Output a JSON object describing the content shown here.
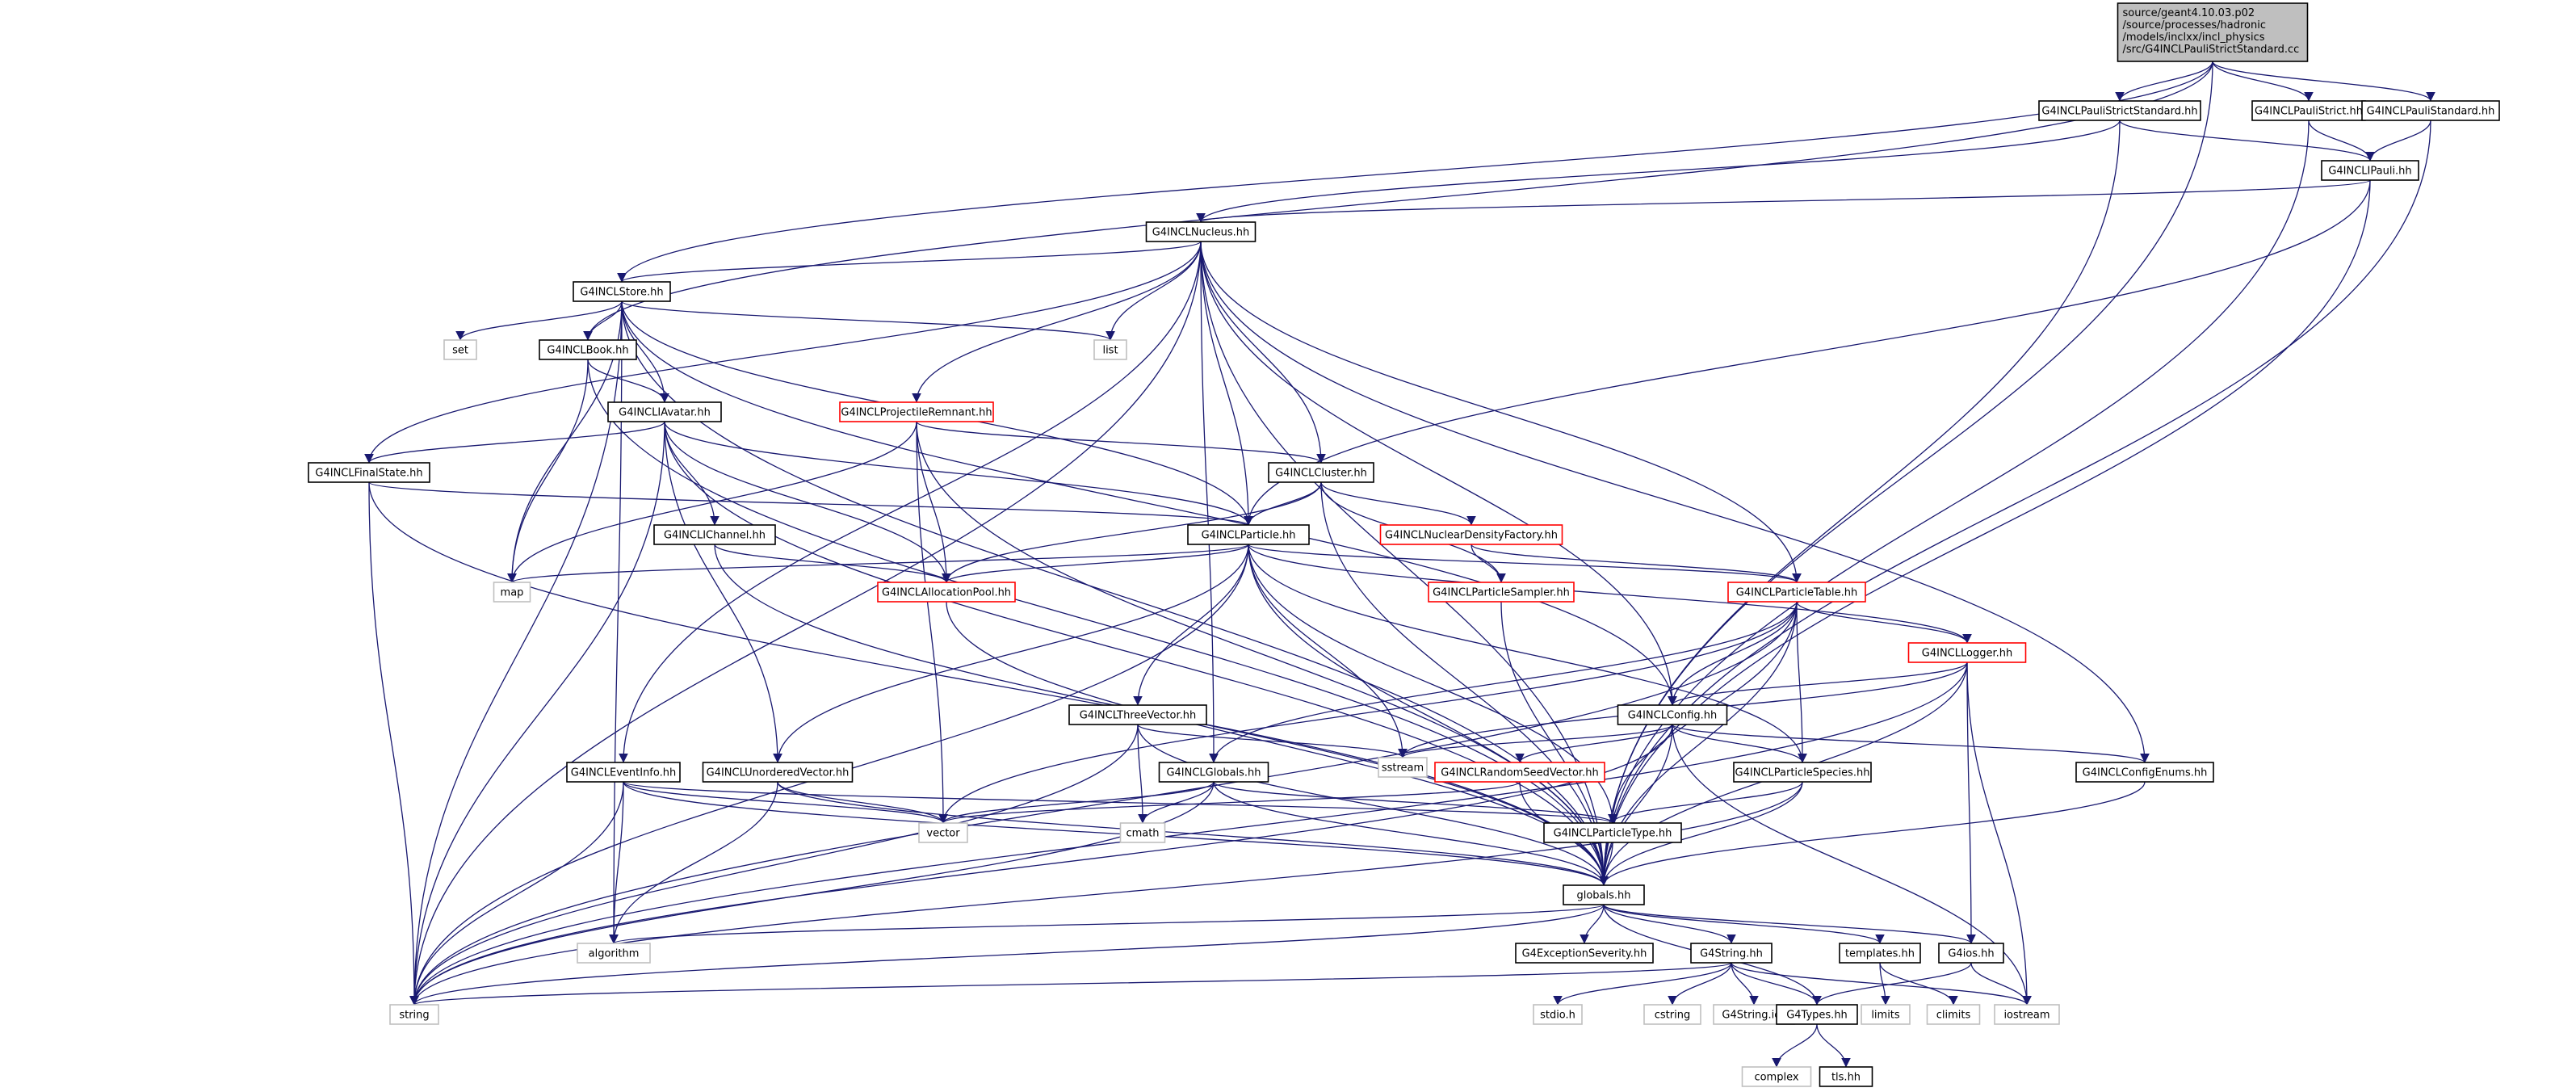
{
  "graph": {
    "title_lines": [
      "source/geant4.10.03.p02",
      "/source/processes/hadronic",
      "/models/inclxx/incl_physics",
      "/src/G4INCLPauliStrictStandard.cc"
    ],
    "nodes": [
      {
        "id": "root",
        "label": "source/geant4.10.03.p02 /source/processes/hadronic /models/inclxx/incl_physics /src/G4INCLPauliStrictStandard.cc",
        "style": "root"
      },
      {
        "id": "strictstd",
        "label": "G4INCLPauliStrictStandard.hh",
        "style": "normal"
      },
      {
        "id": "strict",
        "label": "G4INCLPauliStrict.hh",
        "style": "normal"
      },
      {
        "id": "standard",
        "label": "G4INCLPauliStandard.hh",
        "style": "normal"
      },
      {
        "id": "pauli",
        "label": "G4INCLIPauli.hh",
        "style": "normal"
      },
      {
        "id": "nucleus",
        "label": "G4INCLNucleus.hh",
        "style": "normal"
      },
      {
        "id": "store",
        "label": "G4INCLStore.hh",
        "style": "normal"
      },
      {
        "id": "set",
        "label": "set",
        "style": "system"
      },
      {
        "id": "list",
        "label": "list",
        "style": "system"
      },
      {
        "id": "book",
        "label": "G4INCLBook.hh",
        "style": "normal"
      },
      {
        "id": "avatar",
        "label": "G4INCLIAvatar.hh",
        "style": "normal"
      },
      {
        "id": "projrem",
        "label": "G4INCLProjectileRemnant.hh",
        "style": "red"
      },
      {
        "id": "finalstate",
        "label": "G4INCLFinalState.hh",
        "style": "normal"
      },
      {
        "id": "cluster",
        "label": "G4INCLCluster.hh",
        "style": "normal"
      },
      {
        "id": "channel",
        "label": "G4INCLIChannel.hh",
        "style": "normal"
      },
      {
        "id": "particle",
        "label": "G4INCLParticle.hh",
        "style": "normal"
      },
      {
        "id": "nucdens",
        "label": "G4INCLNuclearDensityFactory.hh",
        "style": "red"
      },
      {
        "id": "map",
        "label": "map",
        "style": "system"
      },
      {
        "id": "allocpool",
        "label": "G4INCLAllocationPool.hh",
        "style": "red"
      },
      {
        "id": "partsampler",
        "label": "G4INCLParticleSampler.hh",
        "style": "red"
      },
      {
        "id": "parttable",
        "label": "G4INCLParticleTable.hh",
        "style": "red"
      },
      {
        "id": "logger",
        "label": "G4INCLLogger.hh",
        "style": "red"
      },
      {
        "id": "threevec",
        "label": "G4INCLThreeVector.hh",
        "style": "normal"
      },
      {
        "id": "config",
        "label": "G4INCLConfig.hh",
        "style": "normal"
      },
      {
        "id": "sstream",
        "label": "sstream",
        "style": "system"
      },
      {
        "id": "eventinfo",
        "label": "G4INCLEventInfo.hh",
        "style": "normal"
      },
      {
        "id": "unordvec",
        "label": "G4INCLUnorderedVector.hh",
        "style": "normal"
      },
      {
        "id": "globalsincl",
        "label": "G4INCLGlobals.hh",
        "style": "normal"
      },
      {
        "id": "randseed",
        "label": "G4INCLRandomSeedVector.hh",
        "style": "red"
      },
      {
        "id": "partspecies",
        "label": "G4INCLParticleSpecies.hh",
        "style": "normal"
      },
      {
        "id": "configenums",
        "label": "G4INCLConfigEnums.hh",
        "style": "normal"
      },
      {
        "id": "vector",
        "label": "vector",
        "style": "system"
      },
      {
        "id": "cmath",
        "label": "cmath",
        "style": "system"
      },
      {
        "id": "parttype",
        "label": "G4INCLParticleType.hh",
        "style": "normal"
      },
      {
        "id": "globals",
        "label": "globals.hh",
        "style": "normal"
      },
      {
        "id": "algorithm",
        "label": "algorithm",
        "style": "system"
      },
      {
        "id": "excsev",
        "label": "G4ExceptionSeverity.hh",
        "style": "normal"
      },
      {
        "id": "g4string",
        "label": "G4String.hh",
        "style": "normal"
      },
      {
        "id": "templates",
        "label": "templates.hh",
        "style": "normal"
      },
      {
        "id": "g4ios",
        "label": "G4ios.hh",
        "style": "normal"
      },
      {
        "id": "string",
        "label": "string",
        "style": "system"
      },
      {
        "id": "stdio",
        "label": "stdio.h",
        "style": "system"
      },
      {
        "id": "cstring",
        "label": "cstring",
        "style": "system"
      },
      {
        "id": "g4stringicc",
        "label": "G4String.icc",
        "style": "system"
      },
      {
        "id": "g4types",
        "label": "G4Types.hh",
        "style": "normal"
      },
      {
        "id": "limits",
        "label": "limits",
        "style": "system"
      },
      {
        "id": "climits",
        "label": "climits",
        "style": "system"
      },
      {
        "id": "iostream",
        "label": "iostream",
        "style": "system"
      },
      {
        "id": "complex",
        "label": "complex",
        "style": "system"
      },
      {
        "id": "tlshh",
        "label": "tls.hh",
        "style": "normal"
      }
    ],
    "edges": [
      [
        "root",
        "strictstd"
      ],
      [
        "root",
        "strict"
      ],
      [
        "root",
        "standard"
      ],
      [
        "root",
        "store"
      ],
      [
        "root",
        "book"
      ],
      [
        "root",
        "globals"
      ],
      [
        "strictstd",
        "pauli"
      ],
      [
        "strictstd",
        "nucleus"
      ],
      [
        "strictstd",
        "globals"
      ],
      [
        "strict",
        "pauli"
      ],
      [
        "strict",
        "globals"
      ],
      [
        "standard",
        "pauli"
      ],
      [
        "standard",
        "globals"
      ],
      [
        "pauli",
        "nucleus"
      ],
      [
        "pauli",
        "particle"
      ],
      [
        "pauli",
        "globals"
      ],
      [
        "nucleus",
        "store"
      ],
      [
        "nucleus",
        "list"
      ],
      [
        "nucleus",
        "projrem"
      ],
      [
        "nucleus",
        "finalstate"
      ],
      [
        "nucleus",
        "cluster"
      ],
      [
        "nucleus",
        "particle"
      ],
      [
        "nucleus",
        "parttable"
      ],
      [
        "nucleus",
        "config"
      ],
      [
        "nucleus",
        "configenums"
      ],
      [
        "nucleus",
        "globalsincl"
      ],
      [
        "nucleus",
        "eventinfo"
      ],
      [
        "nucleus",
        "string"
      ],
      [
        "nucleus",
        "globals"
      ],
      [
        "store",
        "set"
      ],
      [
        "store",
        "list"
      ],
      [
        "store",
        "book"
      ],
      [
        "store",
        "avatar"
      ],
      [
        "store",
        "map"
      ],
      [
        "store",
        "particle"
      ],
      [
        "store",
        "config"
      ],
      [
        "store",
        "algorithm"
      ],
      [
        "store",
        "string"
      ],
      [
        "store",
        "globals"
      ],
      [
        "book",
        "avatar"
      ],
      [
        "book",
        "map"
      ],
      [
        "book",
        "globals"
      ],
      [
        "avatar",
        "finalstate"
      ],
      [
        "avatar",
        "channel"
      ],
      [
        "avatar",
        "particle"
      ],
      [
        "avatar",
        "allocpool"
      ],
      [
        "avatar",
        "unordvec"
      ],
      [
        "avatar",
        "string"
      ],
      [
        "avatar",
        "globals"
      ],
      [
        "projrem",
        "cluster"
      ],
      [
        "projrem",
        "map"
      ],
      [
        "projrem",
        "allocpool"
      ],
      [
        "projrem",
        "vector"
      ],
      [
        "projrem",
        "globals"
      ],
      [
        "finalstate",
        "particle"
      ],
      [
        "finalstate",
        "string"
      ],
      [
        "finalstate",
        "globals"
      ],
      [
        "cluster",
        "particle"
      ],
      [
        "cluster",
        "nucdens"
      ],
      [
        "cluster",
        "partsampler"
      ],
      [
        "cluster",
        "allocpool"
      ],
      [
        "cluster",
        "globals"
      ],
      [
        "channel",
        "allocpool"
      ],
      [
        "channel",
        "globals"
      ],
      [
        "particle",
        "map"
      ],
      [
        "particle",
        "allocpool"
      ],
      [
        "particle",
        "parttable"
      ],
      [
        "particle",
        "logger"
      ],
      [
        "particle",
        "threevec"
      ],
      [
        "particle",
        "unordvec"
      ],
      [
        "particle",
        "sstream"
      ],
      [
        "particle",
        "partspecies"
      ],
      [
        "particle",
        "parttype"
      ],
      [
        "particle",
        "string"
      ],
      [
        "particle",
        "globals"
      ],
      [
        "nucdens",
        "partsampler"
      ],
      [
        "nucdens",
        "parttable"
      ],
      [
        "allocpool",
        "globals"
      ],
      [
        "partsampler",
        "globals"
      ],
      [
        "parttable",
        "logger"
      ],
      [
        "parttable",
        "config"
      ],
      [
        "parttable",
        "globalsincl"
      ],
      [
        "parttable",
        "partspecies"
      ],
      [
        "parttable",
        "parttype"
      ],
      [
        "parttable",
        "vector"
      ],
      [
        "parttable",
        "string"
      ],
      [
        "parttable",
        "globals"
      ],
      [
        "logger",
        "config"
      ],
      [
        "logger",
        "sstream"
      ],
      [
        "logger",
        "g4ios"
      ],
      [
        "logger",
        "iostream"
      ],
      [
        "logger",
        "string"
      ],
      [
        "logger",
        "globals"
      ],
      [
        "threevec",
        "sstream"
      ],
      [
        "threevec",
        "cmath"
      ],
      [
        "threevec",
        "string"
      ],
      [
        "threevec",
        "globals"
      ],
      [
        "config",
        "sstream"
      ],
      [
        "config",
        "randseed"
      ],
      [
        "config",
        "partspecies"
      ],
      [
        "config",
        "configenums"
      ],
      [
        "config",
        "iostream"
      ],
      [
        "config",
        "string"
      ],
      [
        "config",
        "globals"
      ],
      [
        "eventinfo",
        "parttype"
      ],
      [
        "eventinfo",
        "vector"
      ],
      [
        "eventinfo",
        "algorithm"
      ],
      [
        "eventinfo",
        "string"
      ],
      [
        "eventinfo",
        "globals"
      ],
      [
        "unordvec",
        "vector"
      ],
      [
        "unordvec",
        "algorithm"
      ],
      [
        "unordvec",
        "globals"
      ],
      [
        "globalsincl",
        "parttype"
      ],
      [
        "globalsincl",
        "vector"
      ],
      [
        "globalsincl",
        "cmath"
      ],
      [
        "globalsincl",
        "string"
      ],
      [
        "globalsincl",
        "globals"
      ],
      [
        "randseed",
        "vector"
      ],
      [
        "randseed",
        "globals"
      ],
      [
        "partspecies",
        "parttype"
      ],
      [
        "partspecies",
        "string"
      ],
      [
        "partspecies",
        "globals"
      ],
      [
        "configenums",
        "globals"
      ],
      [
        "parttype",
        "globals"
      ],
      [
        "globals",
        "algorithm"
      ],
      [
        "globals",
        "excsev"
      ],
      [
        "globals",
        "g4string"
      ],
      [
        "globals",
        "templates"
      ],
      [
        "globals",
        "g4ios"
      ],
      [
        "globals",
        "g4types"
      ],
      [
        "globals",
        "string"
      ],
      [
        "g4string",
        "string"
      ],
      [
        "g4string",
        "stdio"
      ],
      [
        "g4string",
        "cstring"
      ],
      [
        "g4string",
        "g4stringicc"
      ],
      [
        "g4string",
        "g4types"
      ],
      [
        "g4string",
        "iostream"
      ],
      [
        "templates",
        "limits"
      ],
      [
        "templates",
        "climits"
      ],
      [
        "g4ios",
        "g4types"
      ],
      [
        "g4ios",
        "iostream"
      ],
      [
        "g4types",
        "complex"
      ],
      [
        "g4types",
        "tlshh"
      ]
    ]
  },
  "colors": {
    "edge": "#191970",
    "node_border": "#000000",
    "red_border": "#ff0000",
    "system_border": "#bfbfbf",
    "system_text": "#000000",
    "root_fill": "#bfbfbf",
    "node_fill": "#ffffff"
  }
}
